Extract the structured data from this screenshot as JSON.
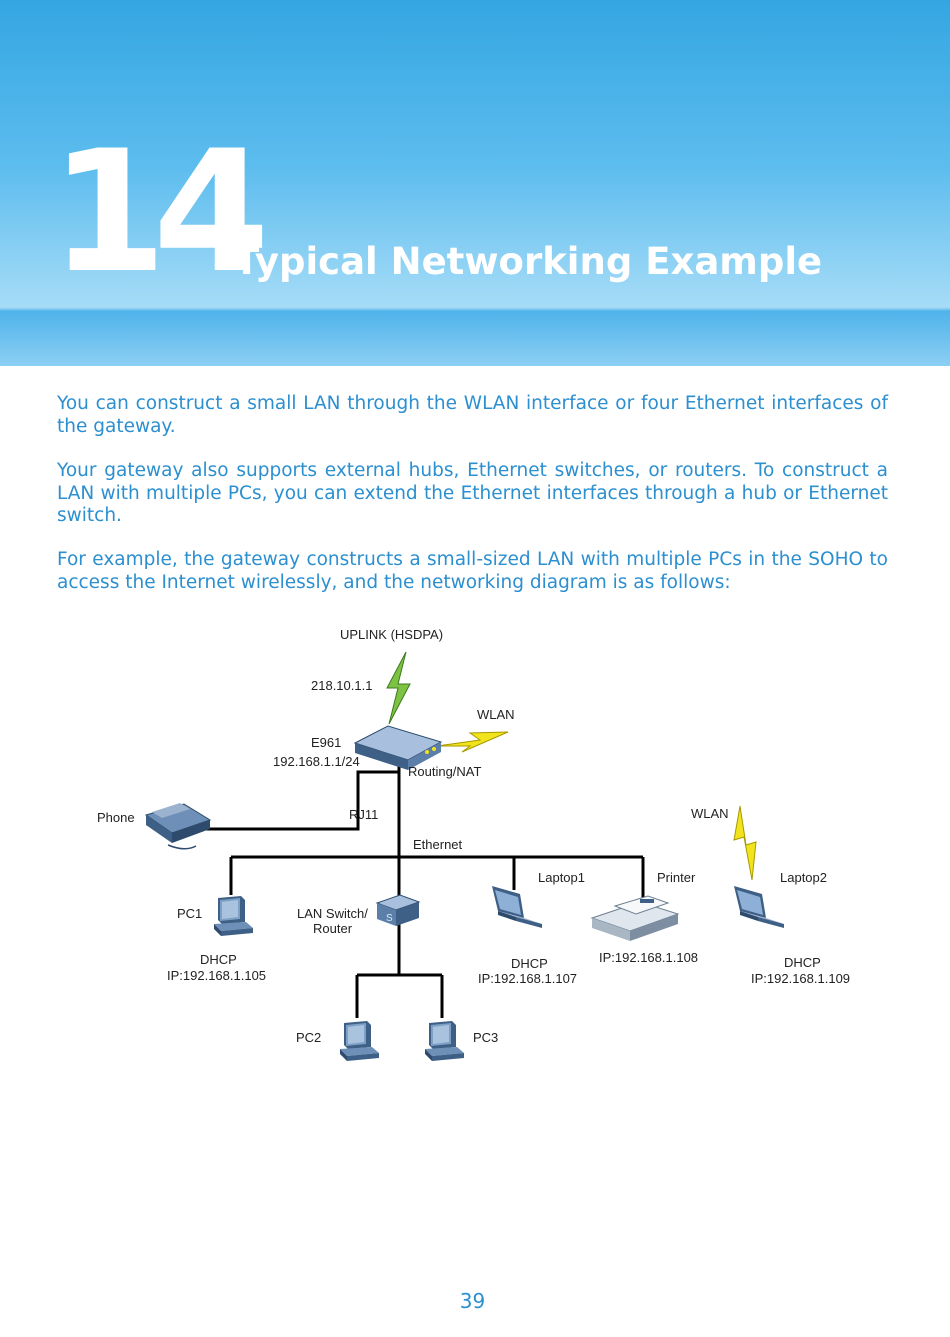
{
  "chapter": {
    "number": "14",
    "title": "Typical Networking Example"
  },
  "paragraphs": [
    "You can construct a small LAN through the WLAN interface or four Ethernet interfaces of the gateway.",
    "Your gateway also supports external hubs, Ethernet switches, or routers. To construct a LAN with multiple PCs, you can extend the Ethernet interfaces through a hub or Ethernet switch.",
    "For example, the gateway constructs a small-sized LAN with multiple PCs in the SOHO to access the Internet wirelessly, and the networking diagram is as follows:"
  ],
  "diagram": {
    "uplink": "UPLINK (HSDPA)",
    "uplink_ip": "218.10.1.1",
    "wlan_gateway": "WLAN",
    "gateway_name": "E961",
    "gateway_ip": "192.168.1.1/24",
    "routing": "Routing/NAT",
    "phone": "Phone",
    "rj11": "RJ11",
    "ethernet": "Ethernet",
    "wlan_laptop2": "WLAN",
    "pc1": {
      "name": "PC1",
      "mode": "DHCP",
      "ip": "IP:192.168.1.105"
    },
    "lan_switch": {
      "line1": "LAN Switch/",
      "line2": "Router"
    },
    "laptop1": {
      "name": "Laptop1",
      "mode": "DHCP",
      "ip": "IP:192.168.1.107"
    },
    "printer": {
      "name": "Printer",
      "ip": "IP:192.168.1.108"
    },
    "laptop2": {
      "name": "Laptop2",
      "mode": "DHCP",
      "ip": "IP:192.168.1.109"
    },
    "pc2": "PC2",
    "pc3": "PC3"
  },
  "page_number": "39",
  "colors": {
    "banner_blue": "#34a6e2",
    "text_blue": "#2b8fd0",
    "uplink_bolt": "#7dc242",
    "wlan_bolt": "#f2e41c",
    "device_blue": "#5b7fa8"
  },
  "icons": [
    "router-icon",
    "phone-icon",
    "pc-icon",
    "switch-icon",
    "laptop-icon",
    "printer-icon",
    "lightning-icon"
  ]
}
